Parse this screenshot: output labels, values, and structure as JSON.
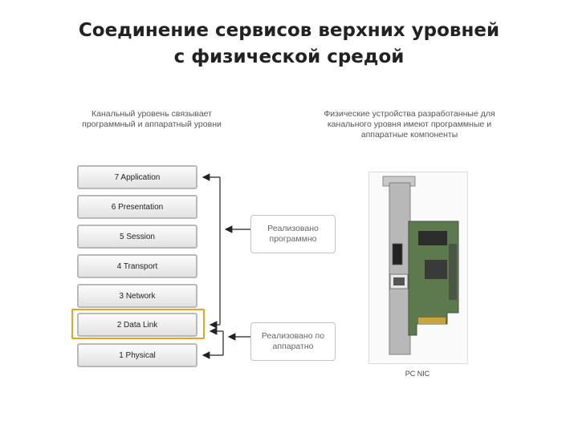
{
  "title": {
    "line1": "Соединение сервисов верхних уровней",
    "line2": "с физической средой"
  },
  "captions": {
    "left_line1": "Канальный уровень связывает",
    "left_line2": "программный и аппаратный уровни",
    "right_line1": "Физические устройства разработанные для",
    "right_line2": "канального уровня имеют программные и",
    "right_line3": "аппаратные компоненты"
  },
  "layers": [
    {
      "label": "7 Application"
    },
    {
      "label": "6 Presentation"
    },
    {
      "label": "5 Session"
    },
    {
      "label": "4 Transport"
    },
    {
      "label": "3 Network"
    },
    {
      "label": "2 Data Link"
    },
    {
      "label": "1 Physical"
    }
  ],
  "implementations": {
    "software_line1": "Реализовано",
    "software_line2": "программно",
    "hardware_line1": "Реализовано по",
    "hardware_line2": "аппаратно"
  },
  "nic": {
    "label": "PC NIC"
  },
  "colors": {
    "highlight": "#e8a21c",
    "layer_border": "#b9b9b9",
    "arrow": "#222222"
  }
}
